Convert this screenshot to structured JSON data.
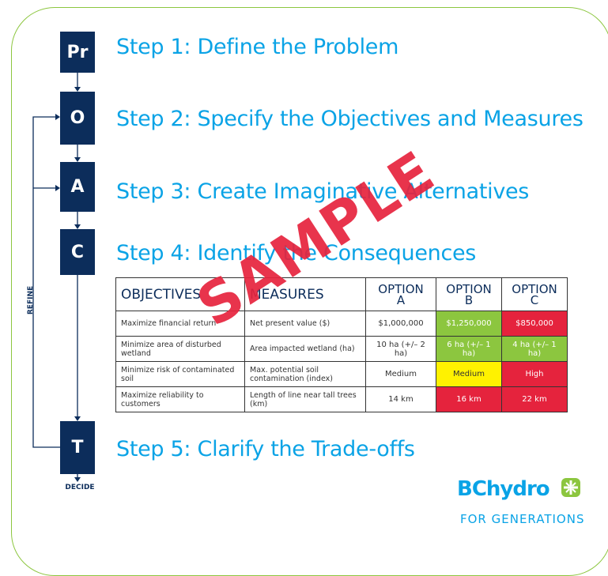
{
  "steps": [
    {
      "letter": "Pr",
      "label": "Step 1: Define the Problem"
    },
    {
      "letter": "O",
      "label": "Step 2: Specify the Objectives and Measures"
    },
    {
      "letter": "A",
      "label": "Step 3: Create Imaginative Alternatives"
    },
    {
      "letter": "C",
      "label": "Step 4: Identify the Consequences"
    },
    {
      "letter": "T",
      "label": "Step 5: Clarify the Trade-offs"
    }
  ],
  "refine_label": "REFINE",
  "decide_label": "DECIDE",
  "table": {
    "headers": [
      "OBJECTIVES",
      "MEASURES",
      "OPTION A",
      "OPTION B",
      "OPTION C"
    ],
    "header_option_lines": [
      [
        "OPTION",
        "A"
      ],
      [
        "OPTION",
        "B"
      ],
      [
        "OPTION",
        "C"
      ]
    ],
    "rows": [
      {
        "objective": "Maximize financial return",
        "measure": "Net present value ($)",
        "a": "$1,000,000",
        "b": "$1,250,000",
        "c": "$850,000",
        "colors": [
          "none",
          "green",
          "red"
        ]
      },
      {
        "objective": "Minimize area of disturbed wetland",
        "measure": "Area impacted wetland (ha)",
        "a": "10 ha (+/– 2 ha)",
        "b": "6 ha (+/– 1 ha)",
        "c": "4 ha (+/– 1 ha)",
        "colors": [
          "none",
          "green",
          "green"
        ]
      },
      {
        "objective": "Minimize risk of contaminated soil",
        "measure": "Max. potential soil contamination (index)",
        "a": "Medium",
        "b": "Medium",
        "c": "High",
        "colors": [
          "none",
          "yellow",
          "red"
        ]
      },
      {
        "objective": "Maximize reliability to customers",
        "measure": "Length of line near tall trees (km)",
        "a": "14 km",
        "b": "16 km",
        "c": "22 km",
        "colors": [
          "none",
          "red",
          "red"
        ]
      }
    ]
  },
  "watermark": "SAMPLE",
  "logo": {
    "brand": "BChydro",
    "tagline": "FOR GENERATIONS"
  },
  "colors": {
    "navy": "#0c2d5b",
    "cyan": "#0aa3e6",
    "green": "#8cc63f",
    "red": "#e5233d",
    "yellow": "#fff200"
  }
}
